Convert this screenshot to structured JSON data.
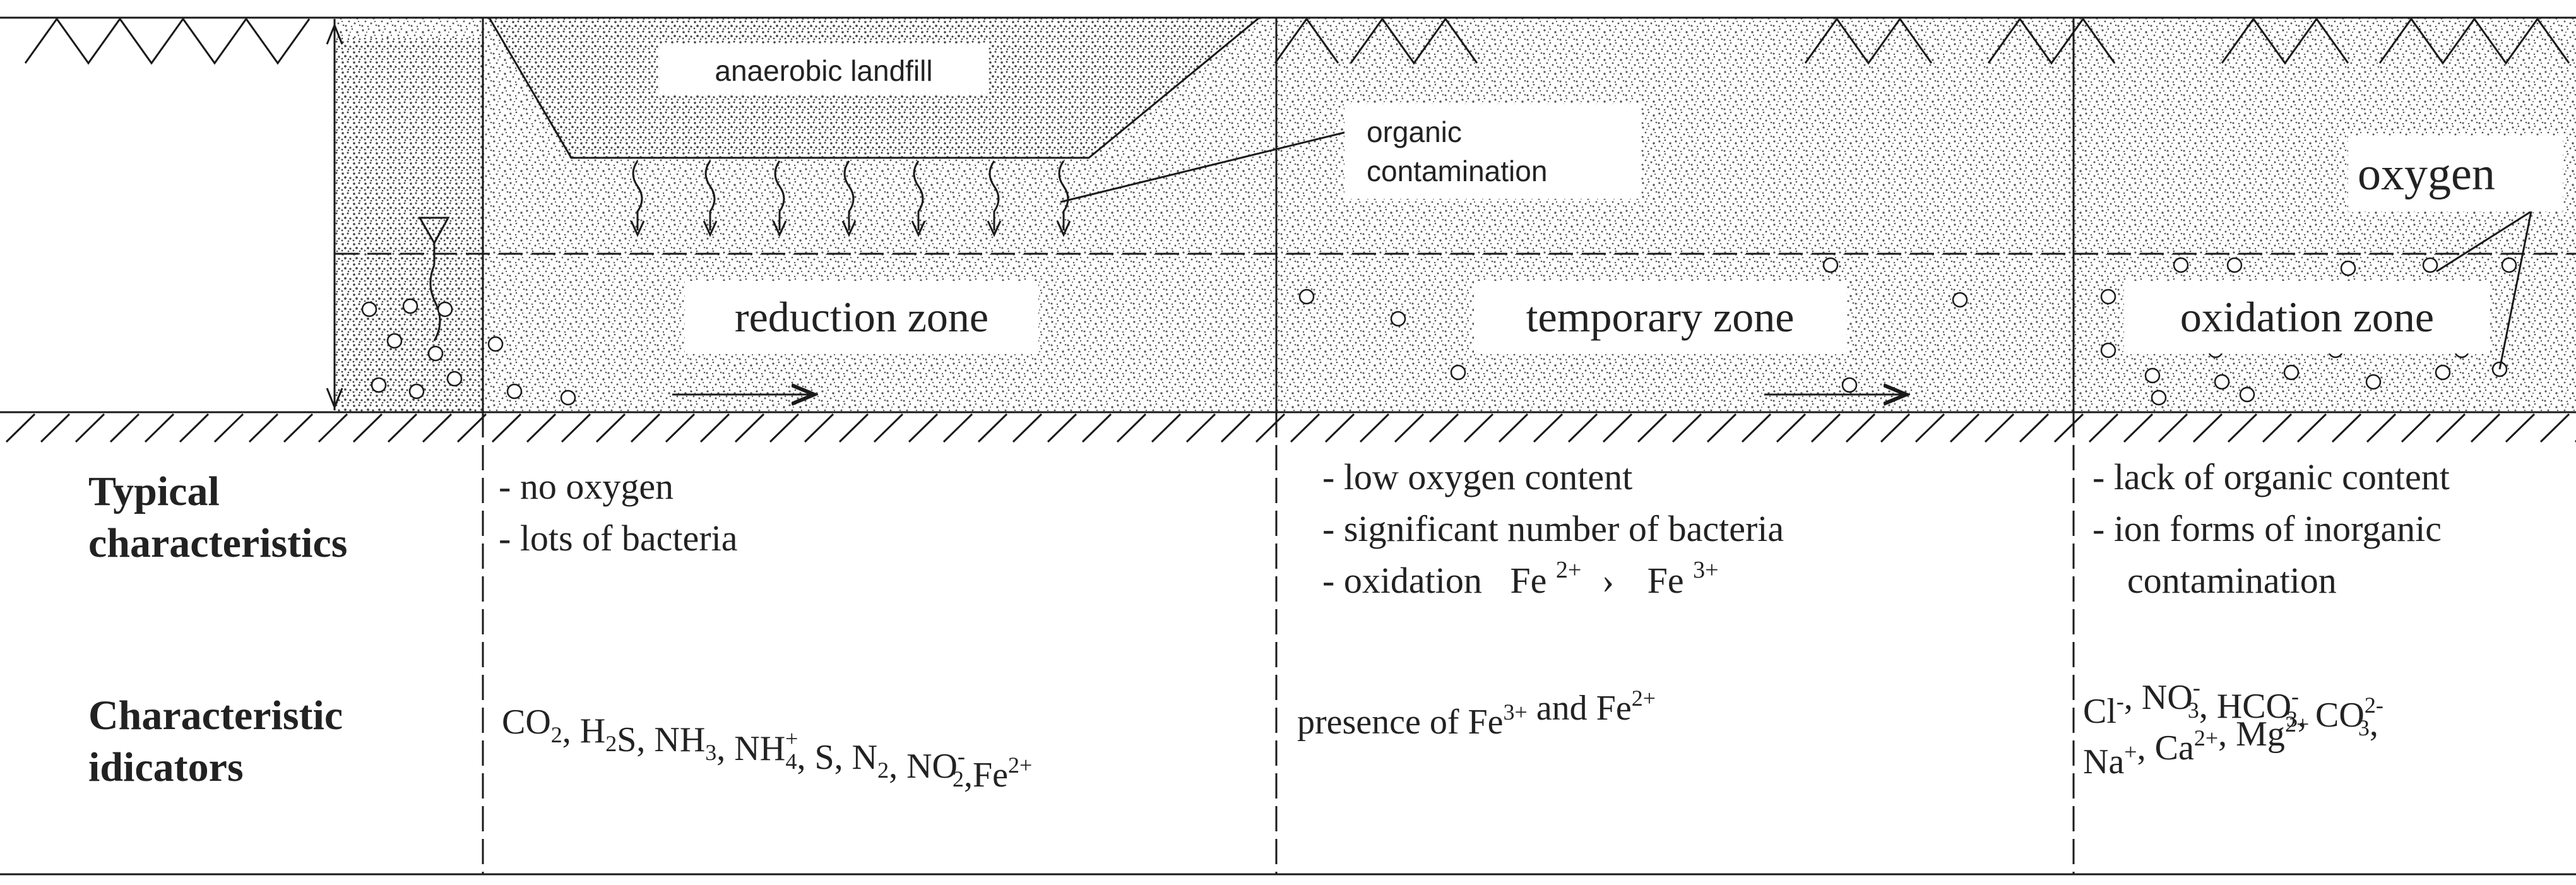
{
  "labels": {
    "landfill": "anaerobic landfill",
    "contamination_line1": "organic",
    "contamination_line2": "contamination",
    "oxygen": "oxygen"
  },
  "zones": [
    {
      "name": "reduction zone"
    },
    {
      "name": "temporary zone"
    },
    {
      "name": "oxidation zone"
    }
  ],
  "rows": {
    "characteristics_header": [
      "Typical",
      "characteristics"
    ],
    "indicators_header": [
      "Characteristic",
      "idicators"
    ]
  },
  "characteristics": [
    [
      "- no oxygen",
      "- lots of bacteria"
    ],
    [
      "- low oxygen content",
      "- significant number of bacteria"
    ],
    [
      "- lack of organic content",
      "- ion forms of inorganic",
      "contamination"
    ]
  ],
  "oxidation_line": {
    "prefix": "- oxidation",
    "from": "Fe",
    "from_charge": "2+",
    "arrow": "›",
    "to": "Fe",
    "to_charge": "3+"
  },
  "indicators": {
    "reduction": [
      {
        "t": "CO",
        "sub": "2"
      },
      {
        "t": ", H"
      },
      {
        "t": "",
        "sub": "2"
      },
      {
        "t": "S, NH"
      },
      {
        "t": "",
        "sub": "3"
      },
      {
        "t": ", NH"
      },
      {
        "t": "",
        "sup": "+",
        "sub": "4"
      },
      {
        "t": ", S, N"
      },
      {
        "t": "",
        "sub": "2"
      },
      {
        "t": ", NO"
      },
      {
        "t": "",
        "sup": "-",
        "sub": "2"
      },
      {
        "t": ",Fe"
      },
      {
        "t": "",
        "sup": "2+"
      }
    ],
    "temporary": [
      {
        "t": "presence of Fe"
      },
      {
        "t": "",
        "sup": "3+"
      },
      {
        "t": " and Fe"
      },
      {
        "t": "",
        "sup": "2+"
      }
    ],
    "oxidation_line1": [
      {
        "t": "Cl"
      },
      {
        "t": "",
        "sup": "-"
      },
      {
        "t": ", NO"
      },
      {
        "t": "",
        "sub": "3",
        "sup": "-"
      },
      {
        "t": ", HCO"
      },
      {
        "t": "",
        "sub": "3",
        "sup": "-"
      },
      {
        "t": ", CO"
      },
      {
        "t": "",
        "sub": "3",
        "sup": "2-"
      },
      {
        "t": ","
      }
    ],
    "oxidation_line2": [
      {
        "t": "Na"
      },
      {
        "t": "",
        "sup": "+"
      },
      {
        "t": ", Ca"
      },
      {
        "t": "",
        "sup": "2+"
      },
      {
        "t": ", Mg"
      },
      {
        "t": "",
        "sup": "2+"
      }
    ]
  },
  "colors": {
    "line": "#1a1a1a",
    "dot": "#3a3a3a",
    "label_box": "#ffffff"
  }
}
